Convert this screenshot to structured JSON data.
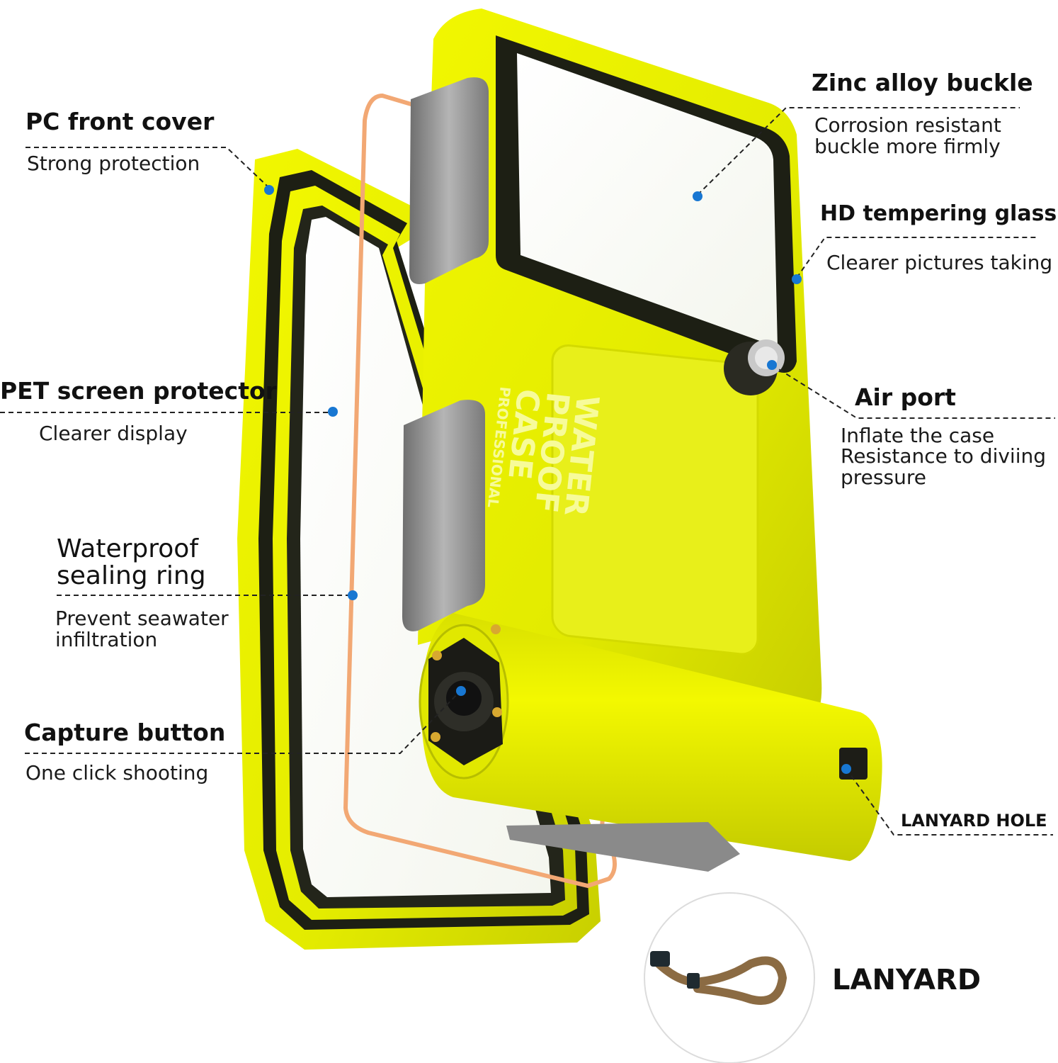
{
  "callouts": {
    "pc_front_cover": {
      "title": "PC front cover",
      "desc": "Strong protection"
    },
    "pet_screen_protector": {
      "title": "PET screen protector",
      "desc": "Clearer display"
    },
    "waterproof_sealing_ring": {
      "title_line1": "Waterproof",
      "title_line2": "sealing ring",
      "desc_line1": "Prevent seawater",
      "desc_line2": "infiltration"
    },
    "capture_button": {
      "title": "Capture button",
      "desc": "One click shooting"
    },
    "zinc_alloy_buckle": {
      "title": "Zinc alloy buckle",
      "desc_line1": "Corrosion resistant",
      "desc_line2": "buckle more firmly"
    },
    "hd_tempering_glass": {
      "title": "HD tempering glass",
      "desc": "Clearer pictures taking"
    },
    "air_port": {
      "title": "Air port",
      "desc_line1": "Inflate the case",
      "desc_line2": "Resistance to diviing",
      "desc_line3": "pressure"
    },
    "lanyard_hole": {
      "title": "LANYARD HOLE"
    },
    "lanyard": {
      "title": "LANYARD"
    }
  },
  "product_print": {
    "line1": "WATER",
    "line2": "PROOF",
    "line3": "CASE",
    "line4": "PROFESSIONAL"
  },
  "colors": {
    "case_yellow": "#e6ee00",
    "case_shadow": "#b8bf00",
    "frame_black": "#1d1f14",
    "hinge_gray": "#8f8f8f",
    "dot_blue": "#1877d2",
    "sealing_ring": "#f2a874"
  }
}
